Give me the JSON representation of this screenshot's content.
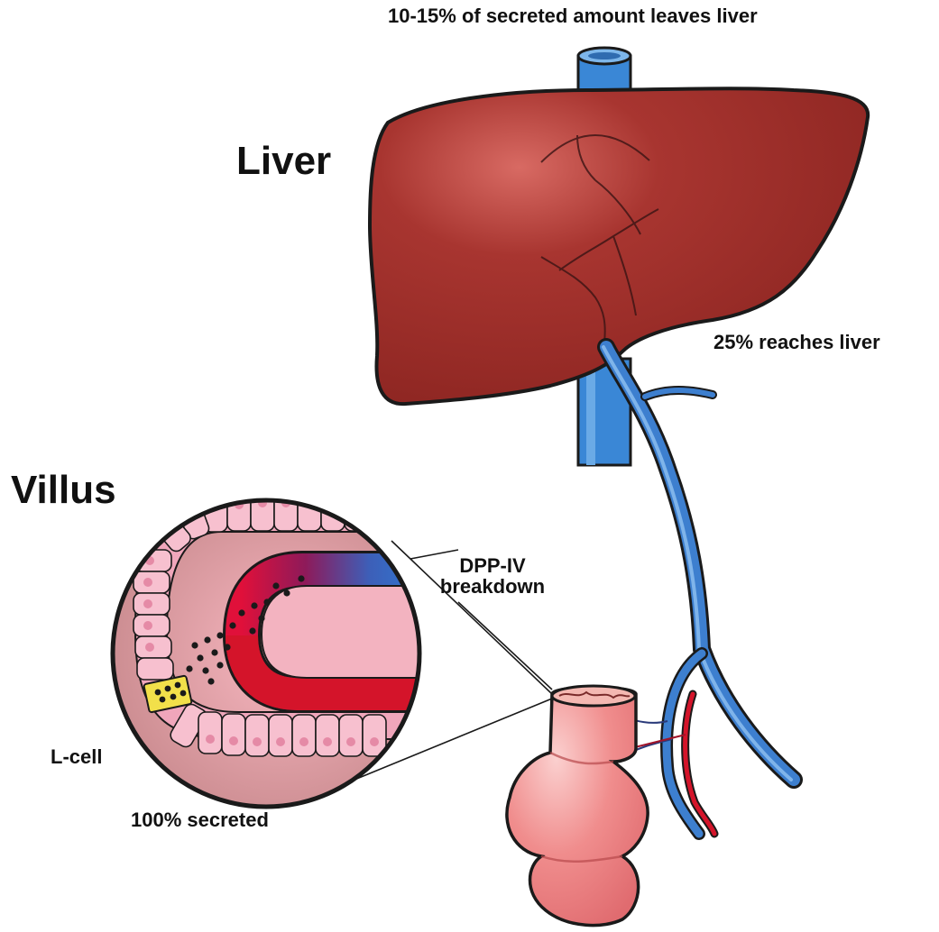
{
  "labels": {
    "top_note": "10-15% of secreted amount leaves liver",
    "liver_title": "Liver",
    "reaches_liver": "25% reaches liver",
    "villus_title": "Villus",
    "dpp_line1": "DPP-IV",
    "dpp_line2": "breakdown",
    "l_cell": "L-cell",
    "secreted": "100% secreted"
  },
  "colors": {
    "liver": "#a3302c",
    "liver_highlight": "#d86a63",
    "vessel_blue": "#3d7fcf",
    "vessel_red": "#d4142a",
    "villus_pink": "#f2a7b3",
    "cell_pink": "#f6b8c6",
    "intestine": "#ef8b8b",
    "l_cell": "#f2e04a",
    "outline": "#1a1a1a"
  },
  "icons": {
    "liver": "liver-organ-icon",
    "villus": "villus-magnified-icon",
    "intestine": "intestine-icon",
    "portal_vein": "portal-vein-icon",
    "vena_cava": "vena-cava-icon"
  }
}
